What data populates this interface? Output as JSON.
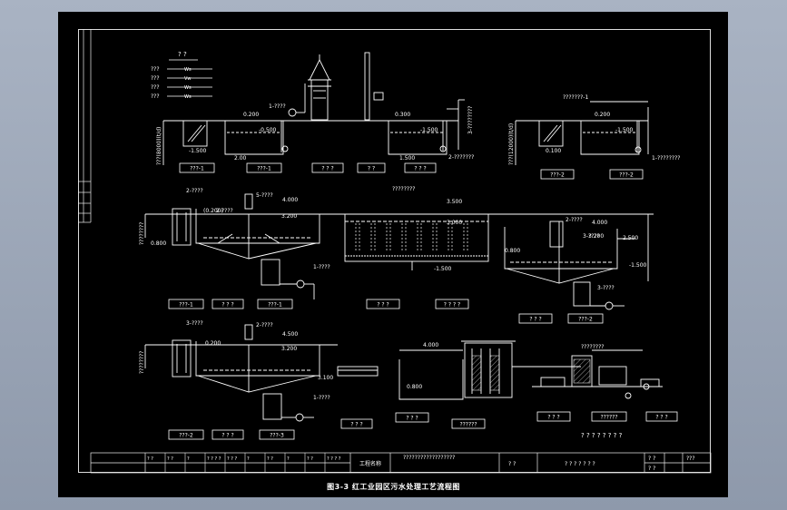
{
  "legend": {
    "title": "? ?",
    "rows": [
      {
        "label": "???",
        "code": "Ws"
      },
      {
        "label": "???",
        "code": "Vw"
      },
      {
        "label": "???",
        "code": "Ws"
      },
      {
        "label": "???",
        "code": "Ws"
      }
    ]
  },
  "top_row": {
    "tags": [
      "???-1",
      "???-1",
      "? ? ?",
      "? ?",
      "? ? ?"
    ],
    "tags_right": [
      "???-2",
      "???-2"
    ],
    "levels": [
      "0.200",
      "-0.500",
      "-1.500",
      "2.00",
      "0.300",
      "-1.500",
      "1.500",
      "0.200",
      "-1.500",
      "0.100"
    ],
    "callouts": [
      "1-????",
      "???????-1",
      "3-????????",
      "2-???????",
      "1-????????"
    ],
    "side_labels": [
      "???(8000)(t/d)",
      "???(12000)(t/d)"
    ]
  },
  "mid_row": {
    "tags": [
      "???-1",
      "? ? ?",
      "???-1",
      "? ? ?",
      "? ? ? ?",
      "? ? ?",
      "???-2"
    ],
    "levels": [
      "(0.200)",
      "4.000",
      "3.200",
      "3.500",
      "3.000",
      "-1.500",
      "0.800",
      "3.200",
      "4.000",
      "2.500",
      "-1.500",
      "0.800"
    ],
    "callouts": [
      "2-????",
      "5-????",
      "1-????",
      "????????",
      "2-????",
      "3-????",
      "2-????",
      "3-????"
    ],
    "side_label": "????????"
  },
  "bot_row": {
    "tags": [
      "???-2",
      "? ? ?",
      "???-3",
      "? ? ?",
      "? ? ?",
      "??????",
      "? ? ?",
      "??????",
      "? ? ?"
    ],
    "levels": [
      "0.200",
      "4.500",
      "3.200",
      "3.100",
      "4.000",
      "0.800"
    ],
    "callouts": [
      "3-????",
      "2-????",
      "1-????",
      "????????"
    ],
    "side_label": "????????"
  },
  "title_block": {
    "cells": [
      "? ?",
      "? ?",
      "?",
      "? ? ? ?",
      "? ? ?",
      "?",
      "? ?",
      "?",
      "? ?",
      "? ? ? ?"
    ],
    "project_label": "工程名称",
    "project_value": "??????????????????",
    "drawing_label": "? ?",
    "drawing_value": "? ? ? ? ? ? ?",
    "scale_label": "? ?",
    "scale_value": "???",
    "sheet_label": "? ?"
  },
  "sheet_notes": "? ? ? ? ? ? ? ?",
  "caption": "图3-3 红工业园区污水处理工艺流程图"
}
